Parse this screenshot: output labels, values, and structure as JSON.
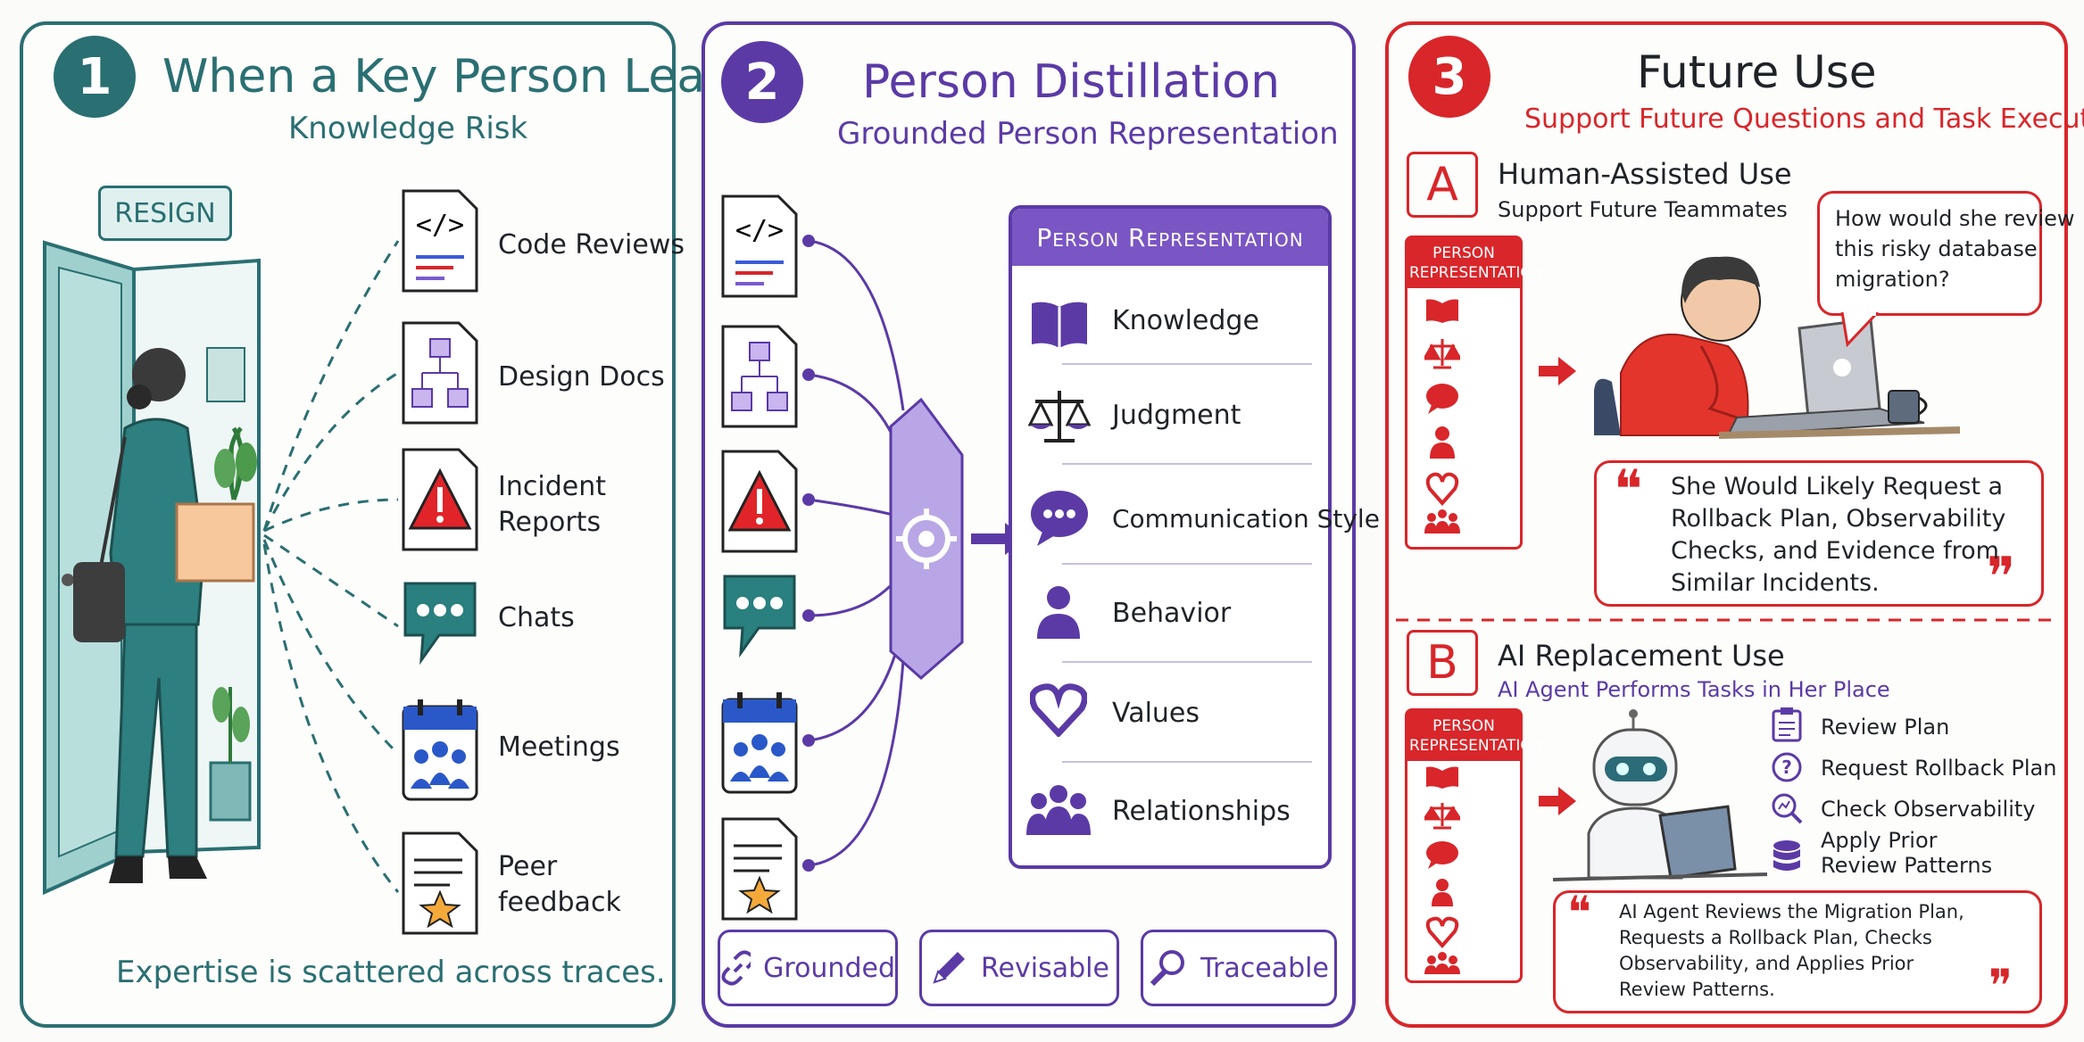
{
  "panel1": {
    "number": "1",
    "title": "When a Key Person Leaves",
    "subtitle": "Knowledge Risk",
    "resign_label": "RESIGN",
    "items": [
      {
        "label": "Code Reviews",
        "icon": "code-document-icon"
      },
      {
        "label": "Design Docs",
        "icon": "flowchart-document-icon"
      },
      {
        "label": "Incident\nReports",
        "icon": "warning-document-icon"
      },
      {
        "label": "Chats",
        "icon": "chat-bubble-icon"
      },
      {
        "label": "Meetings",
        "icon": "calendar-people-icon"
      },
      {
        "label": "Peer\nfeedback",
        "icon": "star-document-icon"
      }
    ],
    "footer": "Expertise is scattered across traces."
  },
  "panel2": {
    "number": "2",
    "title": "Person Distillation",
    "subtitle": "Grounded Person Representation",
    "representation": {
      "header": "Person Representation",
      "items": [
        {
          "label": "Knowledge",
          "icon": "book-icon"
        },
        {
          "label": "Judgment",
          "icon": "scales-icon"
        },
        {
          "label": "Communication Style",
          "icon": "speech-bubble-icon"
        },
        {
          "label": "Behavior",
          "icon": "person-icon"
        },
        {
          "label": "Values",
          "icon": "heart-icon"
        },
        {
          "label": "Relationships",
          "icon": "group-icon"
        }
      ]
    },
    "tabs": [
      {
        "label": "Grounded",
        "icon": "link-icon"
      },
      {
        "label": "Revisable",
        "icon": "pencil-icon"
      },
      {
        "label": "Traceable",
        "icon": "magnifier-icon"
      }
    ]
  },
  "panel3": {
    "number": "3",
    "title": "Future Use",
    "subtitle": "Support Future Questions and Task Execution",
    "section_a": {
      "letter": "A",
      "title": "Human-Assisted Use",
      "subtitle": "Support Future Teammates",
      "rep_label": "PERSON\nREPRESENTATION",
      "question": "How would she review\nthis risky database\nmigration?",
      "answer": "She Would Likely Request a\nRollback Plan, Observability\nChecks, and Evidence from\nSimilar Incidents."
    },
    "section_b": {
      "letter": "B",
      "title": "AI Replacement Use",
      "subtitle": "AI Agent Performs Tasks in Her Place",
      "rep_label": "PERSON\nREPRESENTATION",
      "tasks": [
        {
          "label": "Review Plan",
          "icon": "clipboard-icon"
        },
        {
          "label": "Request Rollback Plan",
          "icon": "question-circle-icon"
        },
        {
          "label": "Check Observability",
          "icon": "search-chart-icon"
        },
        {
          "label": "Apply Prior\nReview Patterns",
          "icon": "database-icon"
        }
      ],
      "answer": "AI Agent Reviews the Migration Plan,\nRequests a Rollback Plan, Checks\nObservability, and Applies Prior\nReview Patterns."
    }
  },
  "colors": {
    "teal": "#2a6f72",
    "purple": "#5b3aa6",
    "red": "#d8262a"
  }
}
